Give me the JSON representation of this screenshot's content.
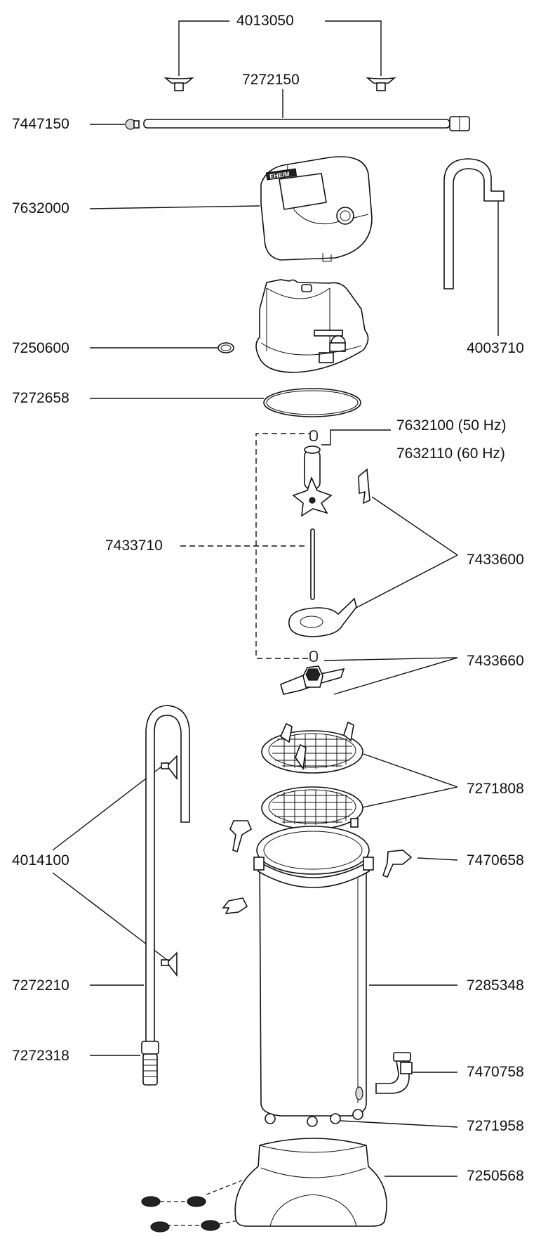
{
  "labels": {
    "p4013050": "4013050",
    "p7272150": "7272150",
    "p7447150": "7447150",
    "p7632000": "7632000",
    "p4003710": "4003710",
    "p7250600": "7250600",
    "p7272658": "7272658",
    "p7632100": "7632100  (50 Hz)",
    "p7632110": "7632110  (60 Hz)",
    "p7433710": "7433710",
    "p7433600": "7433600",
    "p7433660": "7433660",
    "p7271808": "7271808",
    "p4014100": "4014100",
    "p7470658": "7470658",
    "p7272210": "7272210",
    "p7285348": "7285348",
    "p7272318": "7272318",
    "p7470758": "7470758",
    "p7271958": "7271958",
    "p7250568": "7250568"
  },
  "logo_text": "EHEIM"
}
